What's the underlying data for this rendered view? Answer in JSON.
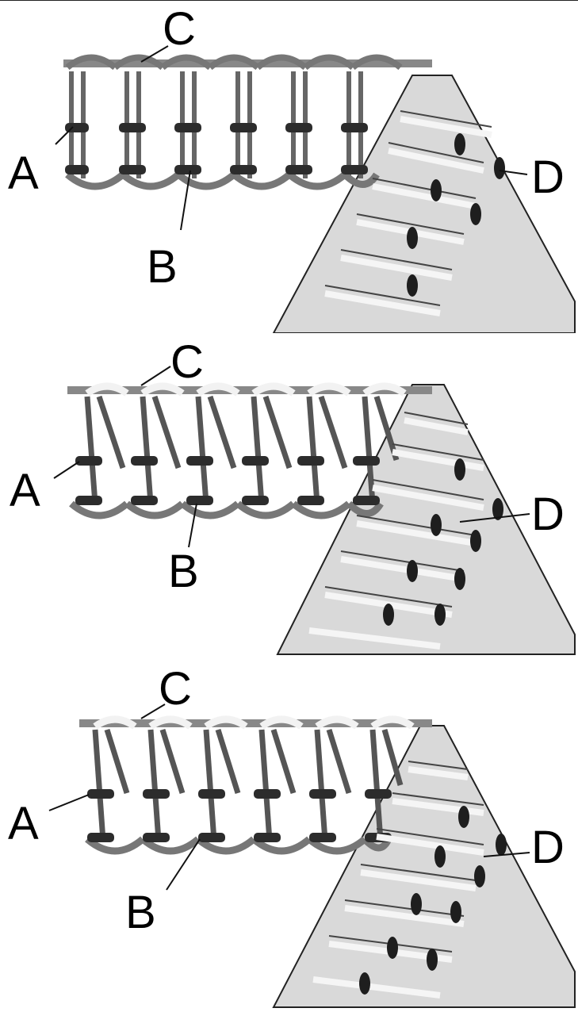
{
  "panels": [
    {
      "id": "top",
      "labels": {
        "a": "A",
        "b": "B",
        "c": "C",
        "d": "D"
      }
    },
    {
      "id": "middle",
      "labels": {
        "a": "A",
        "b": "B",
        "c": "C",
        "d": "D"
      }
    },
    {
      "id": "bottom",
      "labels": {
        "a": "A",
        "b": "B",
        "c": "C",
        "d": "D"
      }
    }
  ],
  "colors": {
    "thread_dark": "#3a3a3a",
    "thread_mid": "#8a8a8a",
    "thread_light": "#f2f2f2",
    "fabric": "#d9d9d9",
    "outline": "#111111"
  }
}
